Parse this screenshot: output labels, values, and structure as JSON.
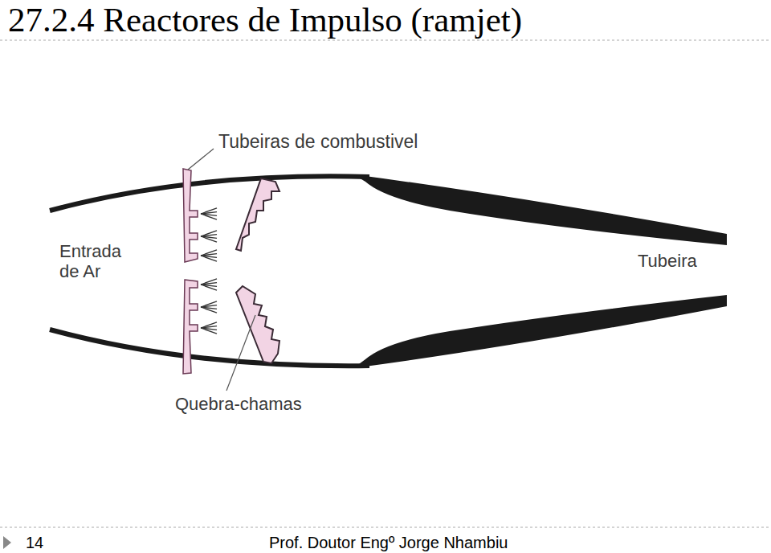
{
  "diagram": {
    "title": "27.2.4 Reactores de Impulso (ramjet)",
    "labels": [
      "Tubeiras de combustivel",
      "Entrada de Ar",
      "Tubeira",
      "Quebra-chamas",
      "14",
      "Prof. Doutor Engº Jorge Nhambiu"
    ]
  }
}
